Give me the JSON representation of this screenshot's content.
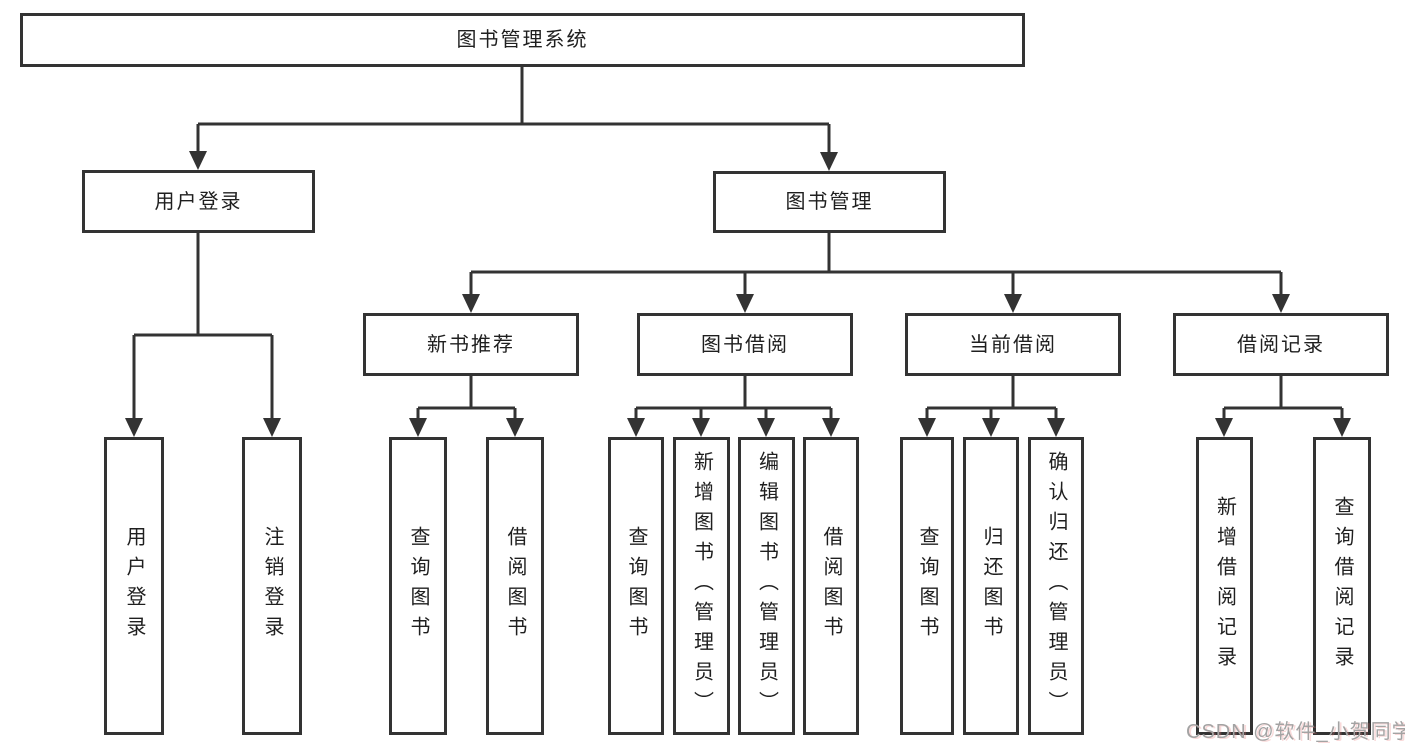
{
  "diagram": {
    "root": {
      "label": "图书管理系统"
    },
    "level2": [
      {
        "label": "用户登录"
      },
      {
        "label": "图书管理"
      }
    ],
    "level3": [
      {
        "label": "新书推荐"
      },
      {
        "label": "图书借阅"
      },
      {
        "label": "当前借阅"
      },
      {
        "label": "借阅记录"
      }
    ],
    "leaves": [
      {
        "label": "用户登录"
      },
      {
        "label": "注销登录"
      },
      {
        "label": "查询图书"
      },
      {
        "label": "借阅图书"
      },
      {
        "label": "查询图书"
      },
      {
        "label": "新增图书（管理员）"
      },
      {
        "label": "编辑图书（管理员）"
      },
      {
        "label": "借阅图书"
      },
      {
        "label": "查询图书"
      },
      {
        "label": "归还图书"
      },
      {
        "label": "确认归还（管理员）"
      },
      {
        "label": "新增借阅记录"
      },
      {
        "label": "查询借阅记录"
      }
    ]
  },
  "watermark": {
    "text": "CSDN @软件_小贺同学"
  },
  "colors": {
    "line": "#333333",
    "text": "#1f1f1f",
    "watermark": "#a3a3a3",
    "background": "#ffffff"
  }
}
